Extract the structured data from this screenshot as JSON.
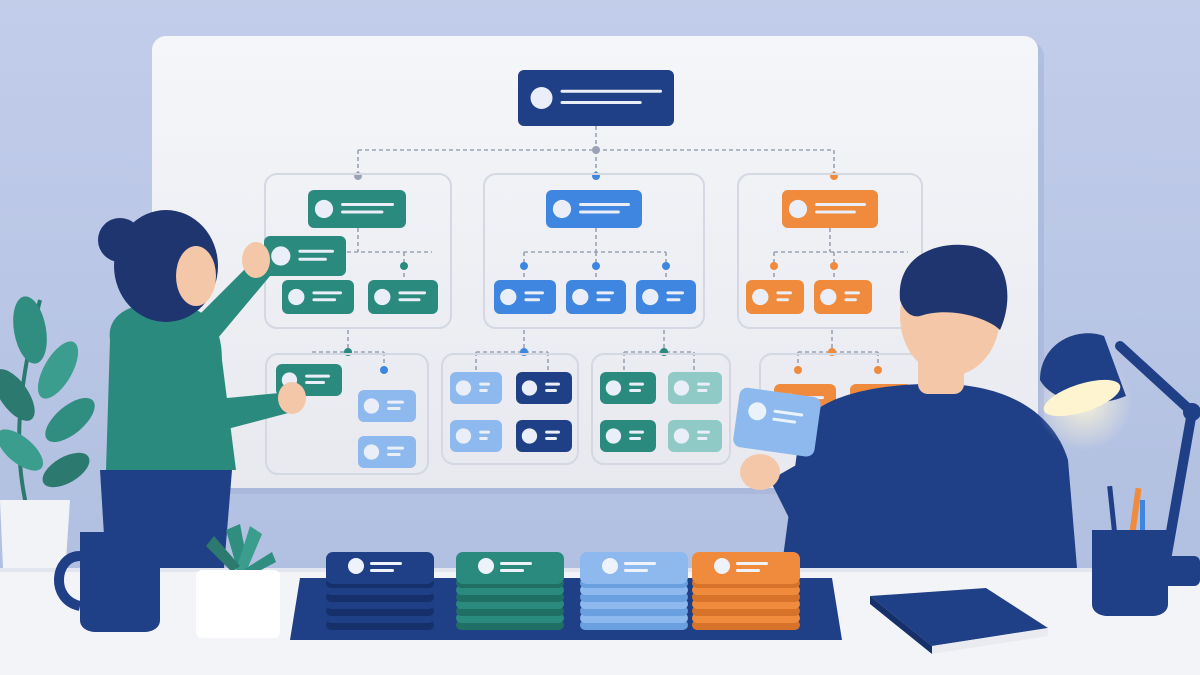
{
  "scene": {
    "description_free": true,
    "palette": {
      "wall": "#b9c6e6",
      "board": "#eef0f5",
      "navy": "#1f3f87",
      "teal": "#2a8a7e",
      "blue": "#3f86e0",
      "light_blue": "#8db9ee",
      "orange": "#f08a3c",
      "mint": "#8fcac6",
      "desk": "#f3f4f7"
    },
    "icons": [
      "plant",
      "mug",
      "succulent",
      "card-tray",
      "notebook",
      "desk-lamp",
      "pen-holder"
    ]
  }
}
